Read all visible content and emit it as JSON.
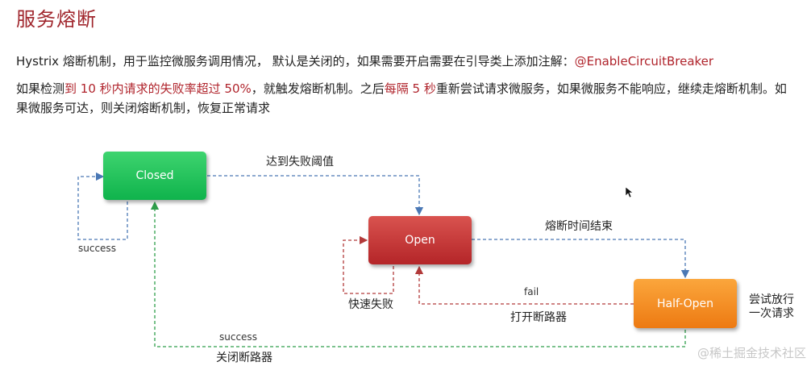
{
  "title": "服务熔断",
  "paragraph1": {
    "text": "Hystrix 熔断机制，用于监控微服务调用情况， 默认是关闭的，如果需要开启需要在引导类上添加注解：",
    "annotation": "@EnableCircuitBreaker"
  },
  "paragraph2": {
    "part1": "如果检测",
    "part2": "到 10 秒内请求的失败率超过 50%",
    "part3": "，就触发熔断机制。之后",
    "part4": "每隔 5 秒",
    "part5": "重新尝试请求微服务，如果微服务不能响应，继续走熔断机制。如果微服务可达，则关闭熔断机制，恢复正常请求"
  },
  "diagram": {
    "states": {
      "closed": "Closed",
      "open": "Open",
      "half_open": "Half-Open"
    },
    "labels": {
      "threshold": "达到失败阈值",
      "success_loop": "success",
      "fuse_end": "熔断时间结束",
      "fail": "fail",
      "fast_fail": "快速失败",
      "open_breaker": "打开断路器",
      "try_release_1": "尝试放行",
      "try_release_2": "一次请求",
      "success_bottom": "success",
      "close_breaker": "关闭断路器"
    },
    "colors": {
      "closed": "#1fbe58",
      "open": "#c0392b",
      "half_open": "#f28c1e",
      "blue_arrow": "#4a78b5",
      "red_arrow": "#b23a3a",
      "green_arrow": "#2e9e4a"
    }
  },
  "watermark": "@稀土掘金技术社区"
}
